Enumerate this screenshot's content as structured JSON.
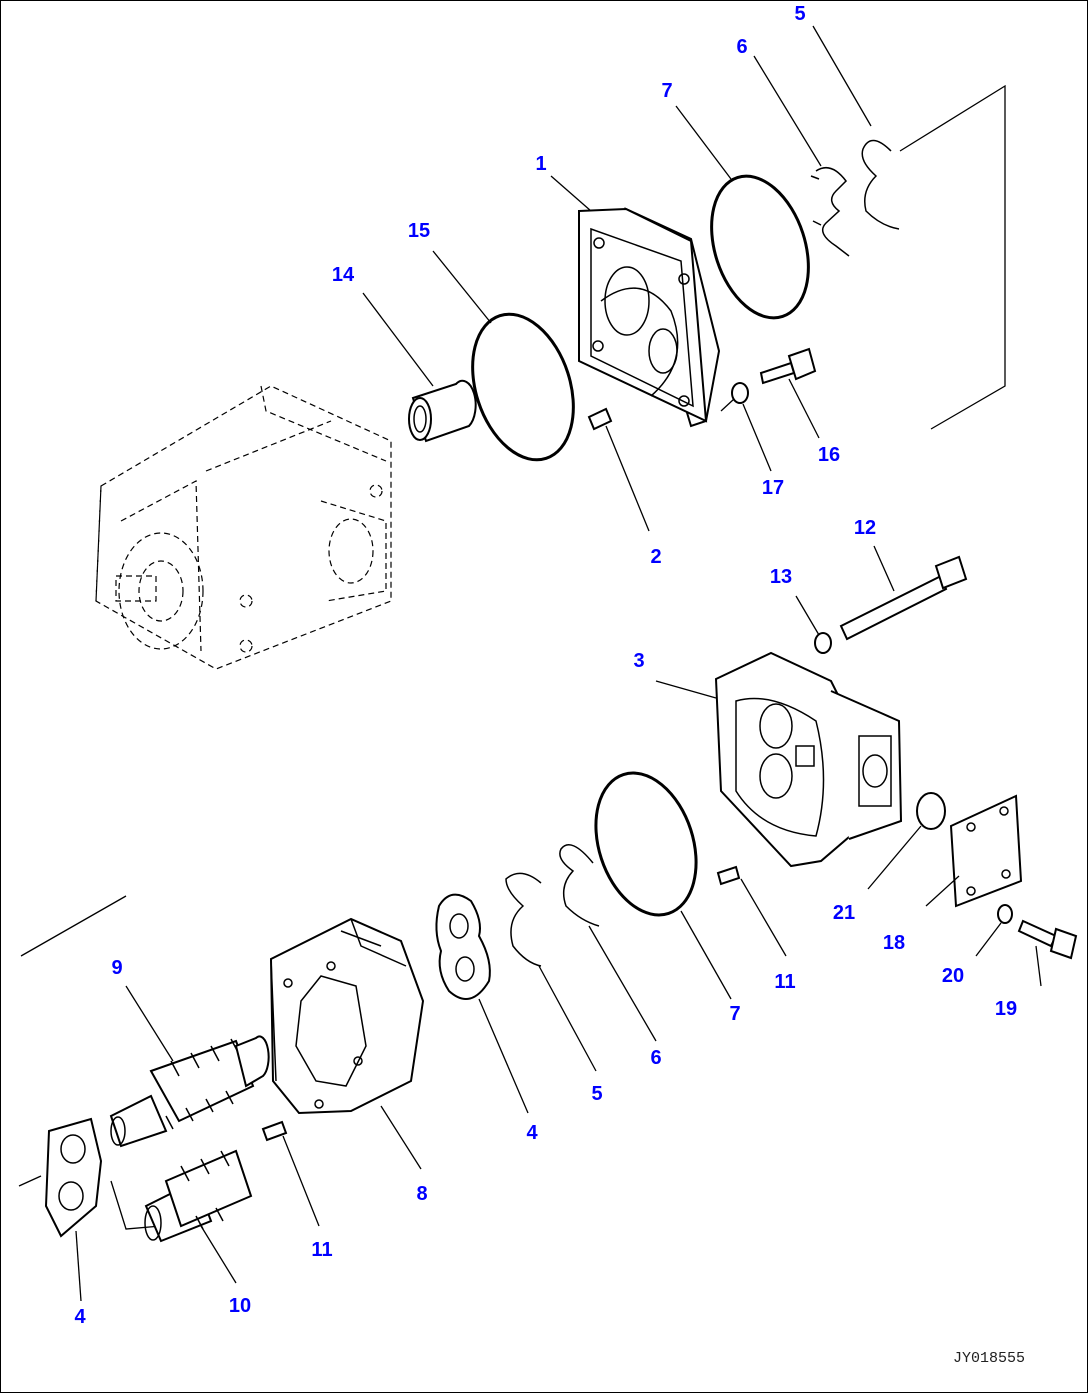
{
  "diagram": {
    "drawing_code": "JY018555",
    "callouts": [
      {
        "id": "c1",
        "label": "1"
      },
      {
        "id": "c2",
        "label": "2"
      },
      {
        "id": "c3",
        "label": "3"
      },
      {
        "id": "c4a",
        "label": "4"
      },
      {
        "id": "c4b",
        "label": "4"
      },
      {
        "id": "c5a",
        "label": "5"
      },
      {
        "id": "c5b",
        "label": "5"
      },
      {
        "id": "c6a",
        "label": "6"
      },
      {
        "id": "c6b",
        "label": "6"
      },
      {
        "id": "c7a",
        "label": "7"
      },
      {
        "id": "c7b",
        "label": "7"
      },
      {
        "id": "c8",
        "label": "8"
      },
      {
        "id": "c9",
        "label": "9"
      },
      {
        "id": "c10",
        "label": "10"
      },
      {
        "id": "c11a",
        "label": "11"
      },
      {
        "id": "c11b",
        "label": "11"
      },
      {
        "id": "c12",
        "label": "12"
      },
      {
        "id": "c13",
        "label": "13"
      },
      {
        "id": "c14",
        "label": "14"
      },
      {
        "id": "c15",
        "label": "15"
      },
      {
        "id": "c16",
        "label": "16"
      },
      {
        "id": "c17",
        "label": "17"
      },
      {
        "id": "c18",
        "label": "18"
      },
      {
        "id": "c19",
        "label": "19"
      },
      {
        "id": "c20",
        "label": "20"
      },
      {
        "id": "c21",
        "label": "21"
      }
    ],
    "colors": {
      "callout": "#0000ff",
      "line": "#000000",
      "background": "#ffffff"
    }
  }
}
